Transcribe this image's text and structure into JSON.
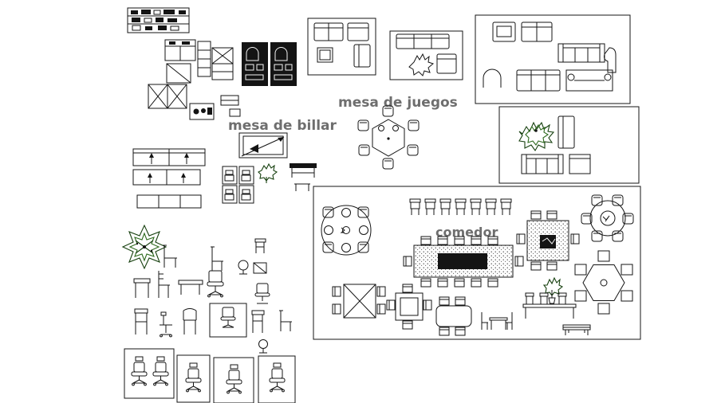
{
  "document": {
    "type": "cad-furniture-blocks-drawing",
    "background": "#ffffff",
    "line_color": "#141414",
    "label_color": "#6e6e6e",
    "plant_color": "#2f6b1f"
  },
  "labels": {
    "billiard": "mesa de billar",
    "games": "mesa de juegos",
    "dining": "comedor"
  },
  "blocks": [
    "wall-shelf-unit",
    "cabinet-group",
    "stereo-cabinets",
    "sofa-set-plan-1",
    "sofa-set-plan-2",
    "living-room-set-a",
    "billiard-table",
    "game-table-hexagonal",
    "living-room-set-b",
    "counter-units",
    "chair-sample-grid",
    "small-plant",
    "console-table",
    "tree",
    "dining-area-group",
    "round-table-4-settings",
    "dining-chair-row",
    "banquet-table",
    "square-table-6-chairs",
    "round-table-6-chairs",
    "hexagonal-table-6-chairs",
    "flower-vase",
    "mirror-table-4-chairs",
    "square-table-4-chairs",
    "oval-table-4-chairs",
    "cafe-table-2-chairs",
    "dining-elevation-set",
    "park-bench",
    "seating-elevation-cluster",
    "office-chair-blocks"
  ]
}
